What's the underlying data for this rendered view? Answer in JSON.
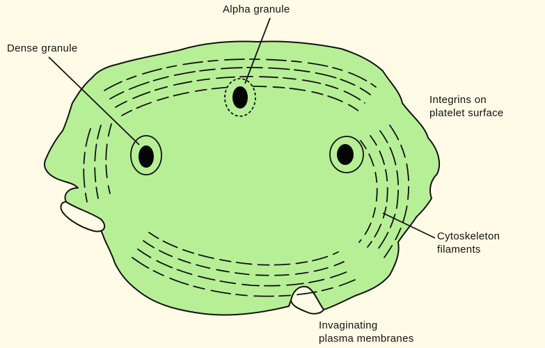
{
  "colors": {
    "background": "#fffbe6",
    "cell_fill": "#b7ef96",
    "outline": "#111111"
  },
  "labels": {
    "alpha_granule": "Alpha granule",
    "dense_granule": "Dense granule",
    "integrins_line1": "Integrins on",
    "integrins_line2": "platelet surface",
    "cytoskeleton_line1": "Cytoskeleton",
    "cytoskeleton_line2": "filaments",
    "invaginating_line1": "Invaginating",
    "invaginating_line2": "plasma membranes"
  }
}
